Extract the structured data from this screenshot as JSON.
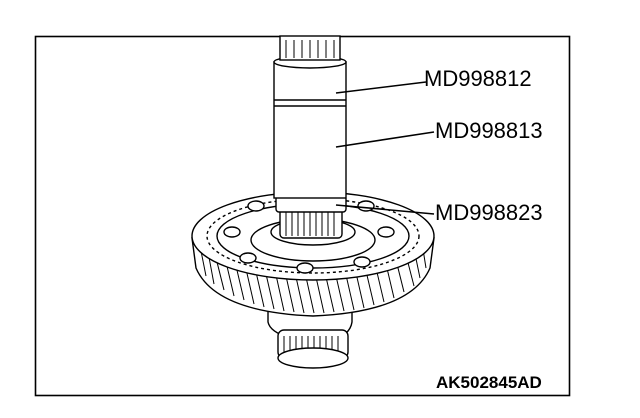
{
  "labels": {
    "tool_1": "MD998812",
    "tool_2": "MD998813",
    "tool_3": "MD998823"
  },
  "figure_code": "AK502845AD"
}
